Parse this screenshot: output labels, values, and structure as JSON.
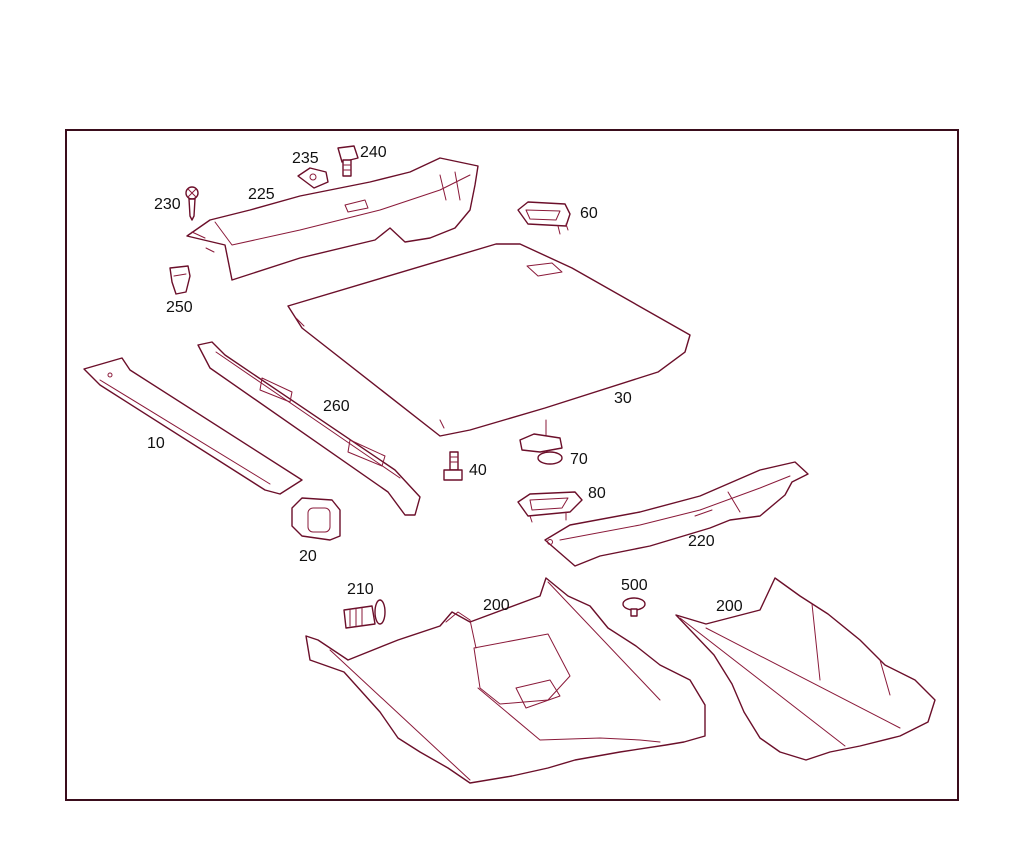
{
  "colors": {
    "line": "#6b0f2a",
    "frame": "#3a0d1c",
    "text": "#111111",
    "background": "#ffffff"
  },
  "callouts": {
    "p10": "10",
    "p20": "20",
    "p30": "30",
    "p40": "40",
    "p60": "60",
    "p70": "70",
    "p80": "80",
    "p200a": "200",
    "p200b": "200",
    "p210": "210",
    "p220": "220",
    "p225": "225",
    "p230": "230",
    "p235": "235",
    "p240": "240",
    "p250": "250",
    "p260": "260",
    "p500": "500"
  }
}
